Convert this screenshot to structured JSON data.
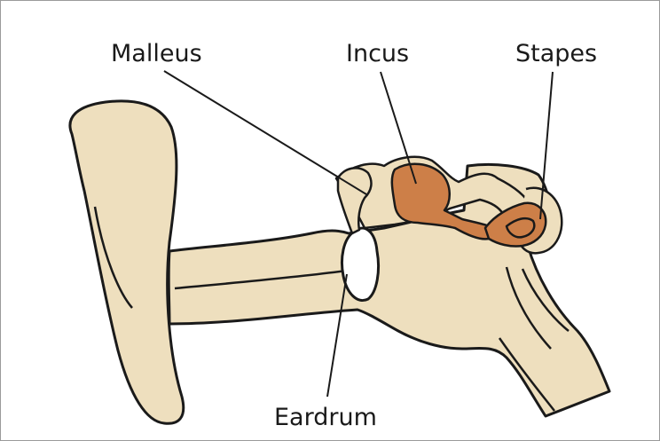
{
  "labels": {
    "malleus": "Malleus",
    "incus": "Incus",
    "stapes": "Stapes",
    "eardrum": "Eardrum"
  },
  "colors": {
    "tissue": "#eedfbe",
    "ossicle": "#cd7f48",
    "outline": "#1a1a1a",
    "eardrum": "#ffffff",
    "background": "#ffffff"
  }
}
